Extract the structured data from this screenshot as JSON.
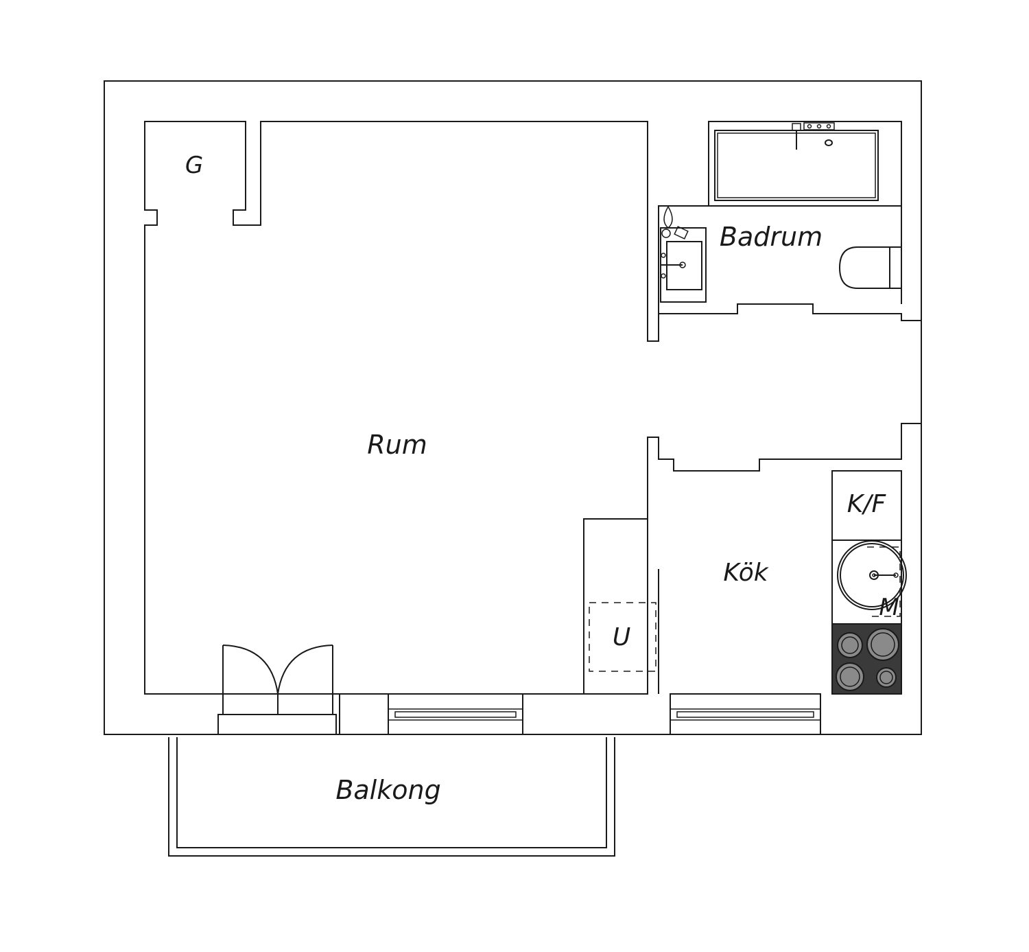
{
  "rooms": {
    "closet": "G",
    "bathroom": "Badrum",
    "living_room": "Rum",
    "kitchen": "Kök",
    "fridge_freezer": "K/F",
    "dishwasher": "M",
    "wardrobe": "U",
    "balcony": "Balkong"
  },
  "colors": {
    "line": "#1a1a1a",
    "stove_fill": "#3a3a3a",
    "burner_fill": "#8a8a8a"
  }
}
